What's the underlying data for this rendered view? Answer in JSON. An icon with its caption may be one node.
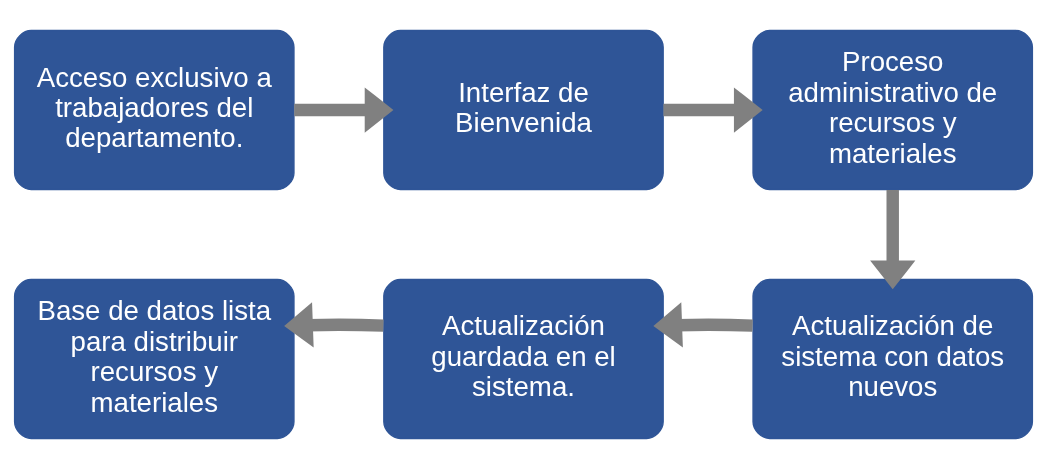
{
  "diagram": {
    "nodes": [
      {
        "text": [
          "Acceso exclusivo a trabajadores del departamento."
        ]
      },
      {
        "text": [
          "Interfaz de Bienvenida"
        ]
      },
      {
        "text": [
          "Proceso administrativo de recursos y materiales"
        ]
      },
      {
        "text": [
          "Actualización de sistema con datos nuevos"
        ]
      },
      {
        "text": [
          "Actualización guardada en el sistema."
        ]
      },
      {
        "text": [
          "Base de datos lista para distribuir recursos y materiales"
        ]
      }
    ],
    "edges": [
      {
        "from": 0,
        "to": 1,
        "arrow": "to"
      },
      {
        "from": 1,
        "to": 2,
        "arrow": "to"
      },
      {
        "from": 2,
        "to": 3,
        "arrow": "to"
      },
      {
        "from": 3,
        "to": 4,
        "arrow": "to"
      },
      {
        "from": 4,
        "to": 5,
        "arrow": "to"
      }
    ]
  }
}
